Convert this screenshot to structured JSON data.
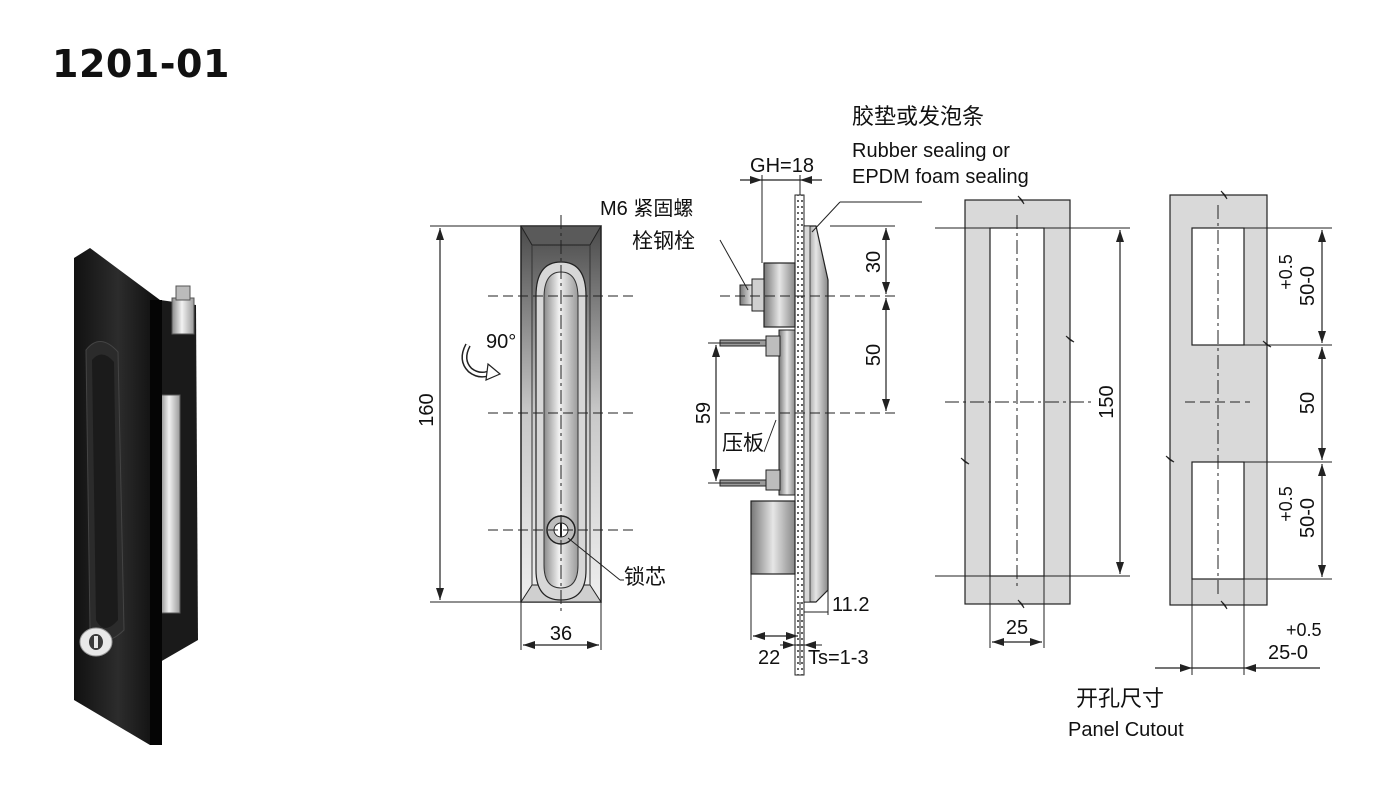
{
  "product_code": "1201-01",
  "front_view": {
    "height_dim": "160",
    "width_dim": "36",
    "rotation_label": "90°",
    "lock_core_label": "锁芯"
  },
  "side_view": {
    "grip_dim": "GH=18",
    "bolt_label_line1": "M6 紧固螺",
    "bolt_label_line2": "栓钢栓",
    "sealing_cn": "胶垫或发泡条",
    "sealing_en_line1": "Rubber sealing or",
    "sealing_en_line2": "EPDM foam sealing",
    "dim_top": "30",
    "dim_mid": "50",
    "dim_clamp_span": "59",
    "clamp_label": "压板",
    "dim_depth": "11.2",
    "dim_body": "22",
    "thickness_label": "Ts=1-3"
  },
  "cutout_a": {
    "height_dim": "150",
    "width_dim": "25"
  },
  "cutout_b": {
    "slot_dim_tol_top": "+0.5",
    "slot_dim_nom_top": "50-0",
    "gap_dim": "50",
    "slot_dim_tol_bottom": "+0.5",
    "slot_dim_nom_bottom": "50-0",
    "width_tol": "+0.5",
    "width_nom": "25-0"
  },
  "panel_cutout": {
    "title_cn": "开孔尺寸",
    "title_en": "Panel Cutout"
  }
}
